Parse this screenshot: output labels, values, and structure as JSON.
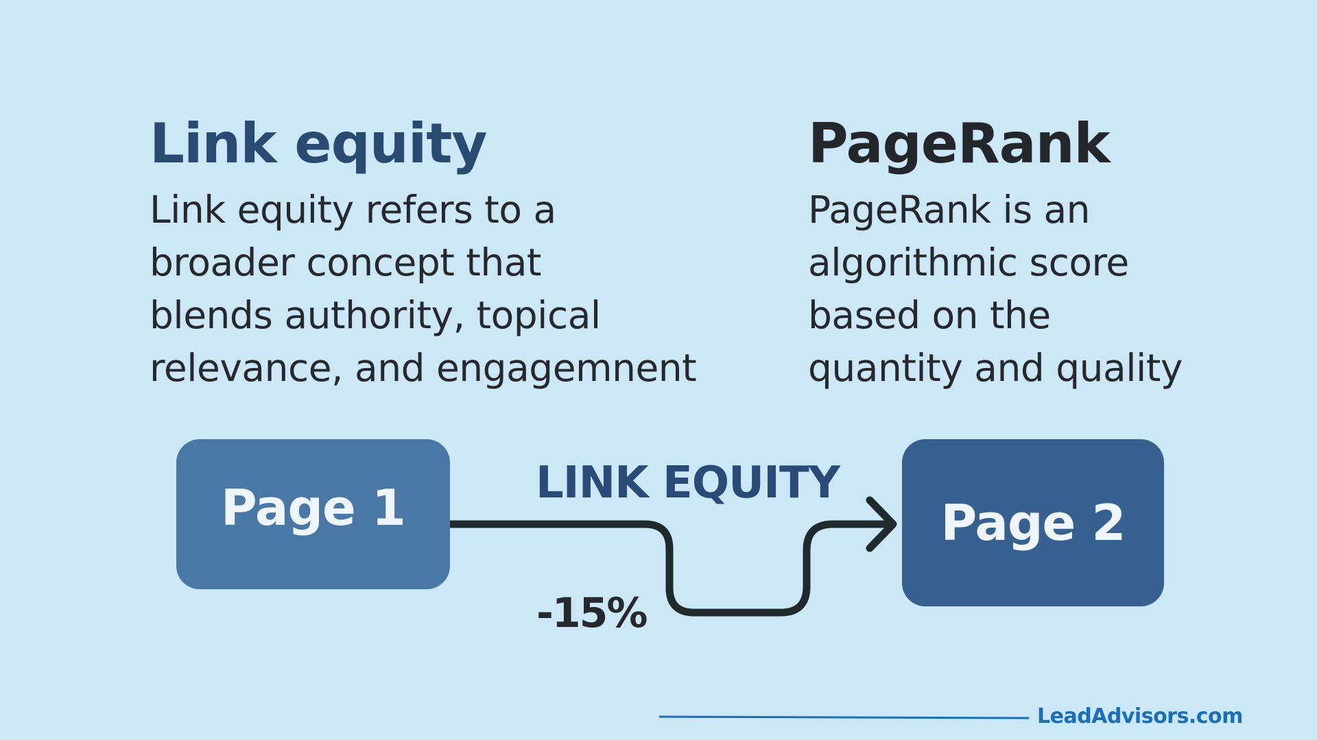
{
  "left": {
    "heading": "Link equity",
    "lines": [
      "Link equity refers to a",
      "broader concept that",
      "blends authority, topical",
      "relevance, and engagemnent"
    ]
  },
  "right": {
    "heading": "PageRank",
    "lines": [
      "PageRank is an",
      "algorithmic score",
      "based on the",
      "quantity and quality"
    ]
  },
  "diagram": {
    "source": "Page 1",
    "target": "Page 2",
    "flow_label": "LINK EQUITY",
    "loss": "-15%"
  },
  "footer": {
    "brand": "LeadAdvisors.com"
  },
  "colors": {
    "background": "#cce7f6",
    "page1": "#4a78a6",
    "page2": "#36608f",
    "brand": "#1a6fba"
  }
}
